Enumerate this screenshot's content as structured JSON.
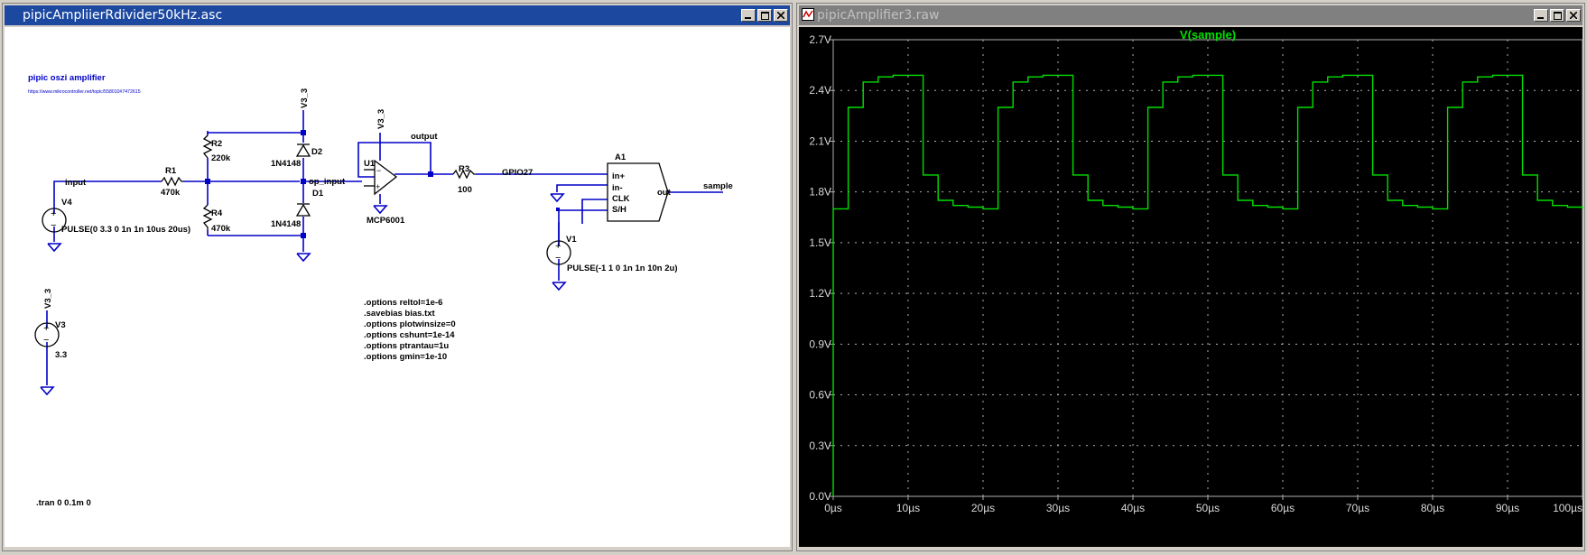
{
  "schematic_window": {
    "title": "pipicAmpliierRdivider50kHz.asc",
    "title_color": "#1c48a0",
    "heading": "pipic oszi amplifier",
    "url": "https://www.mikrocontroller.net/topic/558010#7472615",
    "wire_color": "#0000c8",
    "text_color": "#000000",
    "components": {
      "r1_name": "R1",
      "r1_value": "470k",
      "r2_name": "R2",
      "r2_value": "220k",
      "r3_name": "R3",
      "r3_value": "100",
      "r4_name": "R4",
      "r4_value": "470k",
      "d1_name": "D1",
      "d1_model": "1N4148",
      "d2_name": "D2",
      "d2_model": "1N4148",
      "u1_name": "U1",
      "u1_model": "MCP6001",
      "a1_name": "A1",
      "a1_pin_inplus": "in+",
      "a1_pin_inminus": "in-",
      "a1_pin_clk": "CLK",
      "a1_pin_sh": "S/H",
      "a1_pin_out": "out",
      "v1_name": "V1",
      "v1_value": "PULSE(-1 1 0 1n 1n 10n 2u)",
      "v3_name": "V3",
      "v3_value": "3.3",
      "v4_name": "V4",
      "v4_value": "PULSE(0 3.3 0 1n 1n 10us 20us)"
    },
    "nets": {
      "input": "input",
      "op_input": "op_input",
      "output": "output",
      "gpio27": "GPIO27",
      "sample": "sample",
      "v3_3_d2": "V3_3",
      "v3_3_u1": "V3_3",
      "v3_3_v3": "V3_3"
    },
    "directives": [
      ".options reltol=1e-6",
      ".savebias bias.txt",
      ".options plotwinsize=0",
      ".options cshunt=1e-14",
      ".options ptrantau=1u",
      ".options gmin=1e-10"
    ],
    "tran": ".tran 0 0.1m 0"
  },
  "plot_window": {
    "title": "pipicAmplifier3.raw",
    "title_color": "#808080",
    "trace_name": "V(sample)",
    "trace_color": "#00e000",
    "background": "#000000",
    "grid_color": "#b0b0b0"
  },
  "chart_data": {
    "type": "line",
    "title": "V(sample)",
    "xlabel": "",
    "ylabel": "",
    "xlim": [
      0,
      100
    ],
    "ylim": [
      0,
      2.7
    ],
    "x_unit": "µs",
    "y_unit": "V",
    "xticks": [
      "0µs",
      "10µs",
      "20µs",
      "30µs",
      "40µs",
      "50µs",
      "60µs",
      "70µs",
      "80µs",
      "90µs",
      "100µs"
    ],
    "yticks": [
      "0.0V",
      "0.3V",
      "0.6V",
      "0.9V",
      "1.2V",
      "1.5V",
      "1.8V",
      "2.1V",
      "2.4V",
      "2.7V"
    ],
    "grid": true,
    "step": true,
    "series": [
      {
        "name": "V(sample)",
        "x": [
          0,
          2,
          4,
          6,
          8,
          10,
          12,
          14,
          16,
          18,
          20,
          22,
          24,
          26,
          28,
          30,
          32,
          34,
          36,
          38,
          40,
          42,
          44,
          46,
          48,
          50,
          52,
          54,
          56,
          58,
          60,
          62,
          64,
          66,
          68,
          70,
          72,
          74,
          76,
          78,
          80,
          82,
          84,
          86,
          88,
          90,
          92,
          94,
          96,
          98,
          100
        ],
        "y": [
          1.7,
          2.3,
          2.45,
          2.48,
          2.49,
          2.49,
          1.9,
          1.75,
          1.72,
          1.71,
          1.7,
          2.3,
          2.45,
          2.48,
          2.49,
          2.49,
          1.9,
          1.75,
          1.72,
          1.71,
          1.7,
          2.3,
          2.45,
          2.48,
          2.49,
          2.49,
          1.9,
          1.75,
          1.72,
          1.71,
          1.7,
          2.3,
          2.45,
          2.48,
          2.49,
          2.49,
          1.9,
          1.75,
          1.72,
          1.71,
          1.7,
          2.3,
          2.45,
          2.48,
          2.49,
          2.49,
          1.9,
          1.75,
          1.72,
          1.71,
          1.7
        ]
      }
    ]
  }
}
